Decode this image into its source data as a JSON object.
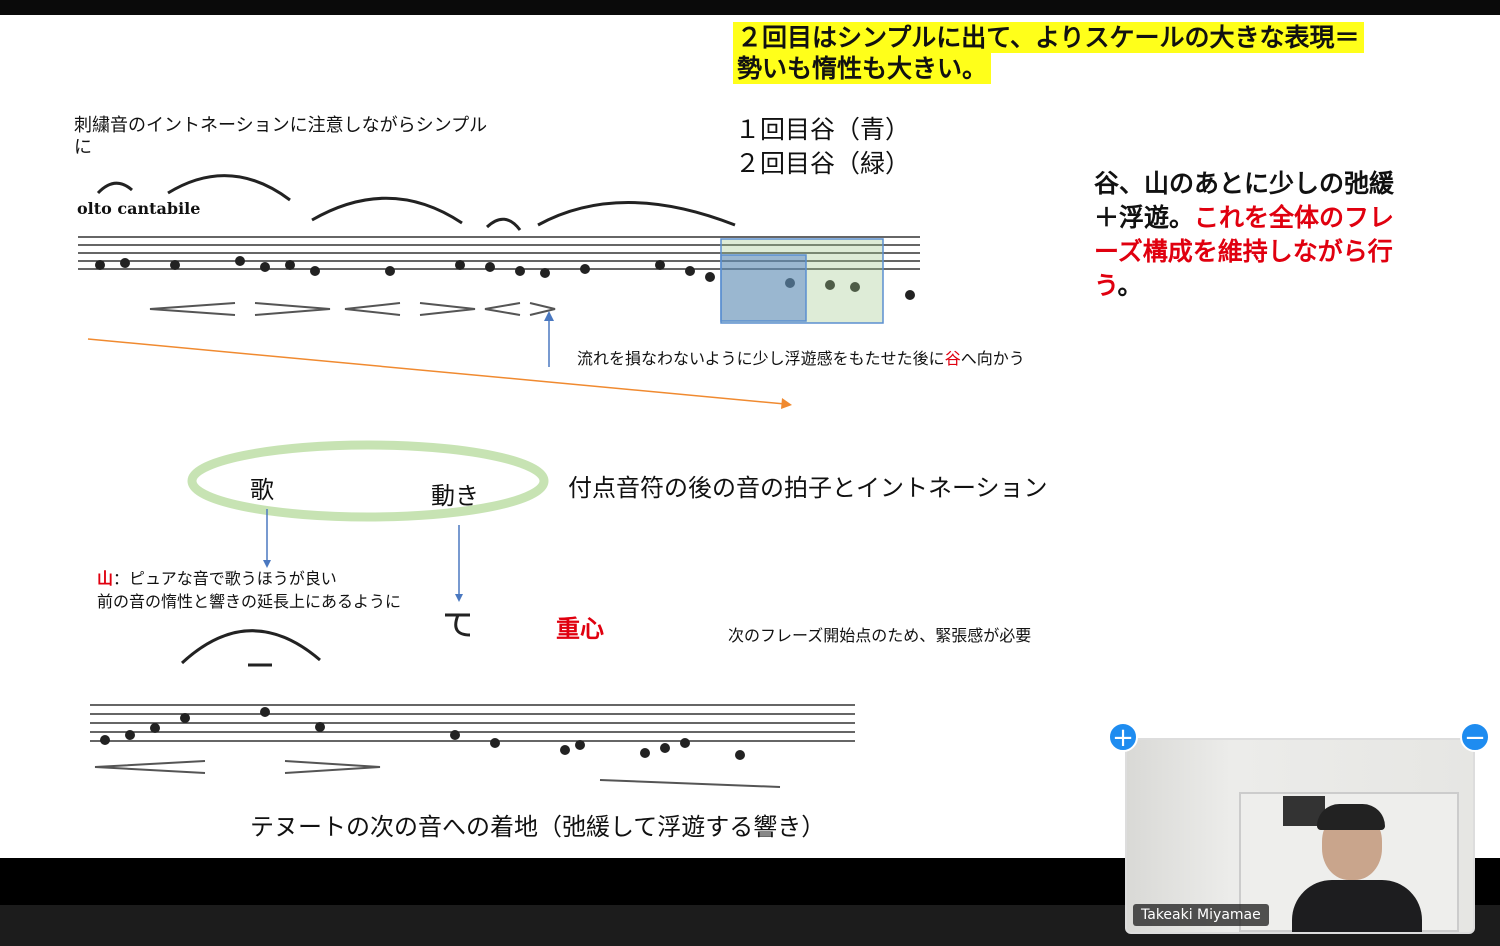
{
  "slide": {
    "highlight_line1": "２回目はシンプルに出て、よりスケールの大きな表現＝",
    "highlight_line2": "勢いも惰性も大きい。",
    "note_top_left": "刺繍音のイントネーションに注意しながらシンプル",
    "note_top_left_2": "に",
    "tempo_marking": "olto cantabile",
    "legend_1": "１回目谷（青）",
    "legend_2": "２回目谷（緑）",
    "right_black_1": "谷、山のあとに少しの弛緩",
    "right_black_2": "＋浮遊。",
    "right_red_2": "これを全体のフレ",
    "right_red_3": "ーズ構成を維持しながら行",
    "right_red_4": "う",
    "right_black_4": "。",
    "arrow_note_pre": "流れを損なわないように少し浮遊感をもたせた後に",
    "arrow_note_red": "谷",
    "arrow_note_post": "へ向かう",
    "ellipse_left": "歌",
    "ellipse_right": "動き",
    "dotted_note": "付点音符の後の音の拍子とイントネーション",
    "mountain_red": "山",
    "mountain_text": "：ピュアな音で歌うほうが良い",
    "inertia_text": "前の音の惰性と響きの延長上にあるように",
    "center_of_gravity": "重心",
    "tension_note": "次のフレーズ開始点のため、緊張感が必要",
    "tenuto_note": "テヌートの次の音への着地（弛緩して浮遊する響き）"
  },
  "video": {
    "participant_name": "Takeaki Miyamae",
    "add_icon": "plus-icon",
    "remove_icon": "minus-icon"
  },
  "colors": {
    "highlight": "#ffff1a",
    "red": "#e0000f",
    "accent": "#1e8cf0"
  }
}
